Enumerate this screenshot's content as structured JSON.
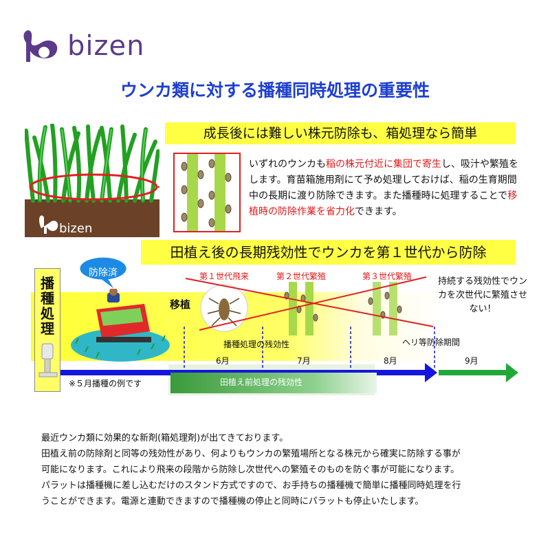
{
  "brand": {
    "logo_text": "bizen",
    "logo_small_text": "bizen",
    "brand_color": "#5b3a8a"
  },
  "title": "ウンカ類に対する播種同時処理の重要性",
  "section1": {
    "banner": "成長後には難しい株元防除も、箱処理なら簡単",
    "para_parts": [
      "いずれのウンカも",
      "稲の株元付近に集団で寄生",
      "し、吸汁や繁殖をします。育苗箱施用剤にて予め処理しておけば、稲の生育期間中の長期に渡り防除できます。また播種時に処理することで",
      "移植時の防除作業を省力化",
      "できます。"
    ]
  },
  "section2": {
    "banner": "田植え後の長期残効性でウンカを第１世代から防除",
    "sowing_label": "播種処理",
    "bubble": "防除済",
    "transplant": "移植",
    "generations": [
      "第１世代飛来",
      "第２世代繁殖",
      "第３世代繁殖"
    ],
    "right_note": "持続する残効性でウンカを次世代に繁殖させない！",
    "residual_label": "播種処理の残効性",
    "heli_label": "ヘリ等防除期間",
    "months": [
      "6月",
      "7月",
      "8月",
      "9月"
    ],
    "pre_planting": "田植え前処理の残効性",
    "example_note": "※５月播種の例です"
  },
  "body": [
    "最近ウンカ類に効果的な新剤(箱処理剤)が出てきております。",
    "田植え前の防除剤と同等の残効性があり、何よりもウンカの繁殖場所となる株元から確実に防除する事が",
    "可能になります。これにより飛来の段階から防除し次世代への繁殖そのものを防ぐ事が可能になります。",
    "パラットは播種機に差し込むだけのスタンド方式ですので、お手持ちの播種機で簡単に播種同時処理を行",
    "うことができます。電源と連動できますので播種機の停止と同時にパラットも停止いたします。"
  ],
  "colors": {
    "title_blue": "#1d3fd0",
    "banner_yellow": "#ffff44",
    "accent_red": "#e01818",
    "timeline_blue": "#1515e0",
    "timeline_green": "#22a83a",
    "grass_green": "#2faa2f"
  }
}
